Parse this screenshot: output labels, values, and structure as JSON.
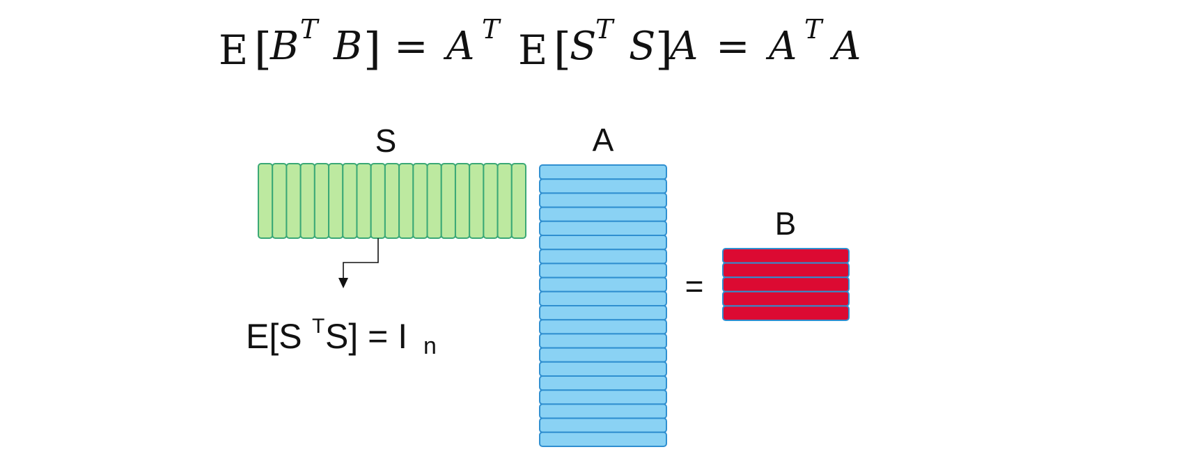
{
  "formula": {
    "bb1": "E",
    "lb1": "[",
    "b1": "B",
    "t1": "T",
    "b2": "B",
    "rb1": "]",
    "eq1": "=",
    "a1": "A",
    "t2": "T",
    "bb2": "E",
    "lb2": "[",
    "s1": "S",
    "t3": "T",
    "s2": "S",
    "rb2": "]",
    "a2": "A",
    "eq2": "=",
    "a3": "A",
    "t4": "T",
    "a4": "A"
  },
  "matrices": {
    "s_label": "S",
    "a_label": "A",
    "b_label": "B",
    "equals": "=",
    "s_columns": 19,
    "a_rows": 20,
    "b_rows": 5
  },
  "identity": {
    "e": "E[S",
    "t": "T",
    "s_eq_i": "S] = I",
    "n": "n"
  },
  "colors": {
    "s_fill": "#bde9a0",
    "s_stroke": "#3aa876",
    "a_fill": "#8ad2f4",
    "a_stroke": "#2f8fd0",
    "b_fill": "#dc0a32",
    "b_stroke": "#2f8fd0",
    "text": "#111111"
  }
}
